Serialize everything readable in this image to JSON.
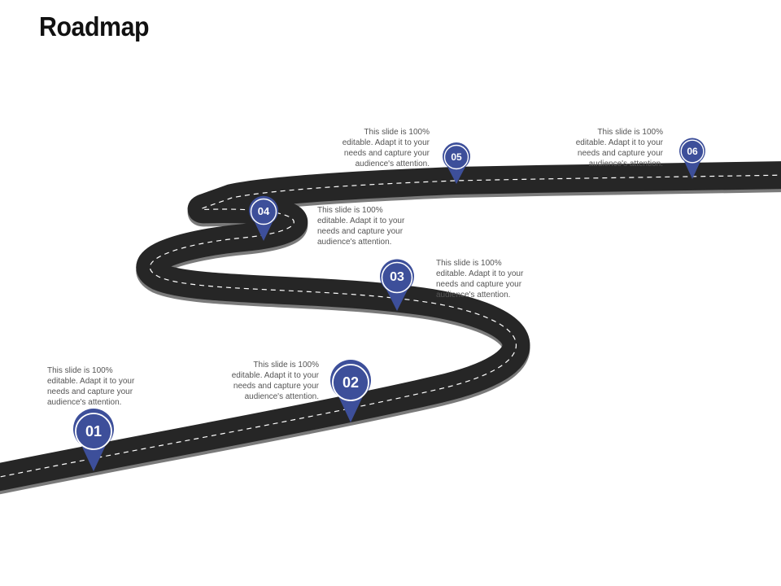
{
  "title": "Roadmap",
  "accent_color": "#3d4f9a",
  "road_color": "#262626",
  "stages": [
    {
      "number": "01",
      "text": "This slide is 100% editable. Adapt it to your needs and capture your audience's attention."
    },
    {
      "number": "02",
      "text": "This slide is 100% editable. Adapt it to your needs and capture your audience's attention."
    },
    {
      "number": "03",
      "text": "This slide is 100% editable. Adapt it to your needs and capture your audience's attention."
    },
    {
      "number": "04",
      "text": "This slide is 100% editable. Adapt it to your needs and capture your audience's attention."
    },
    {
      "number": "05",
      "text": "This slide is 100% editable. Adapt it to your needs and capture your audience's attention."
    },
    {
      "number": "06",
      "text": "This slide is 100% editable. Adapt it to your needs and capture your audience's attention."
    }
  ]
}
